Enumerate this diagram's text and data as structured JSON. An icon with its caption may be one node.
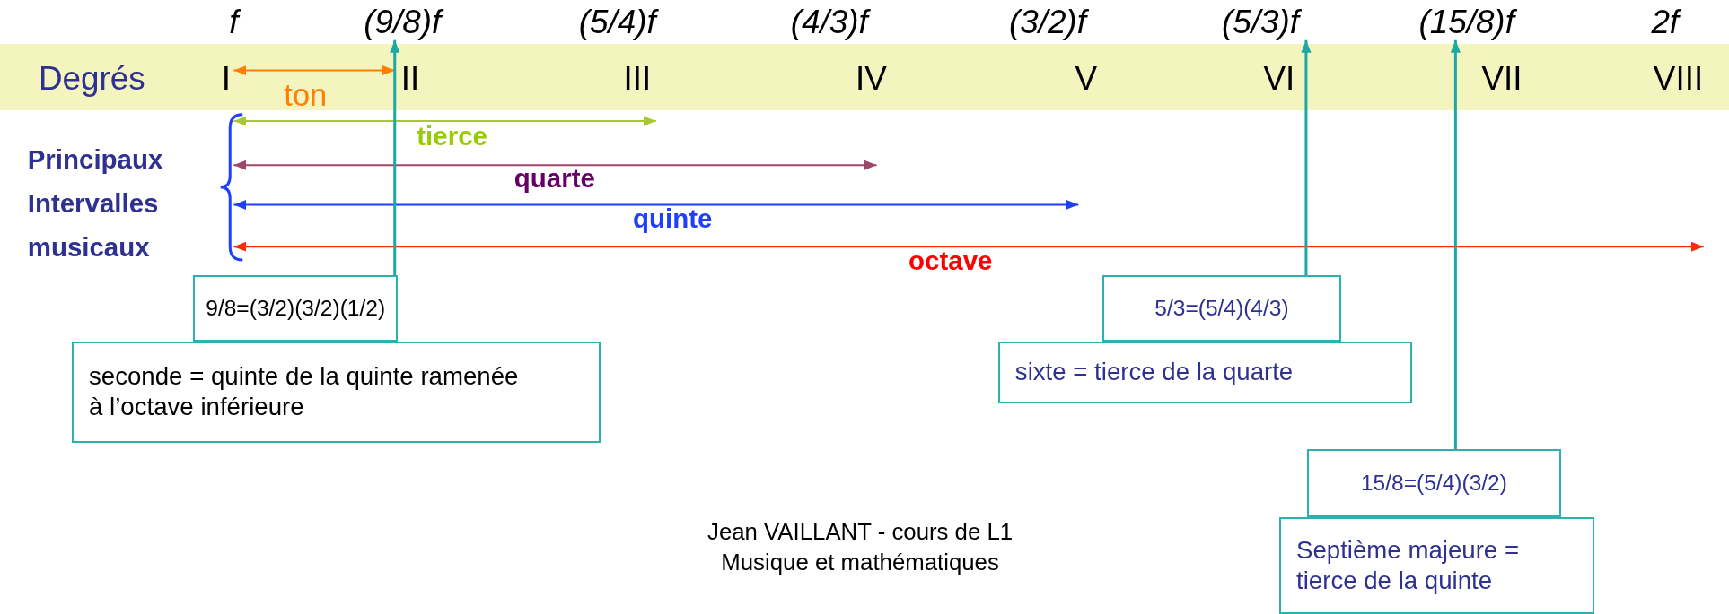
{
  "diagram": {
    "caption": "Jean VAILLANT - cours de L1 Musique et mathématiques",
    "nodes": [
      {
        "text": [
          "(9/8)f"
        ]
      },
      {
        "text": [
          "(5/3)f"
        ]
      },
      {
        "text": [
          "(15/8)f"
        ]
      },
      {
        "text": [
          "9/8=(3/2)(3/2)(1/2)"
        ]
      },
      {
        "text": [
          "seconde = quinte de la quinte ramenée à l’octave inférieure"
        ]
      },
      {
        "text": [
          "5/3=(5/4)(4/3)"
        ]
      },
      {
        "text": [
          "sixte = tierce de la quarte"
        ]
      },
      {
        "text": [
          "15/8=(5/4)(3/2)"
        ]
      },
      {
        "text": [
          "Septième majeure = tierce de la quinte"
        ]
      }
    ],
    "edges": [
      {
        "from": 3,
        "to": 0,
        "arrow": "to"
      },
      {
        "from": 5,
        "to": 1,
        "arrow": "to"
      },
      {
        "from": 7,
        "to": 2,
        "arrow": "to"
      }
    ],
    "labels": [
      "f",
      "(5/4)f",
      "(4/3)f",
      "(3/2)f",
      "2f",
      "Degrés",
      "I",
      "II",
      "III",
      "IV",
      "V",
      "VI",
      "VII",
      "VIII",
      "ton",
      "Principaux Intervalles musicaux",
      "tierce",
      "quarte",
      "quinte",
      "octave"
    ]
  }
}
